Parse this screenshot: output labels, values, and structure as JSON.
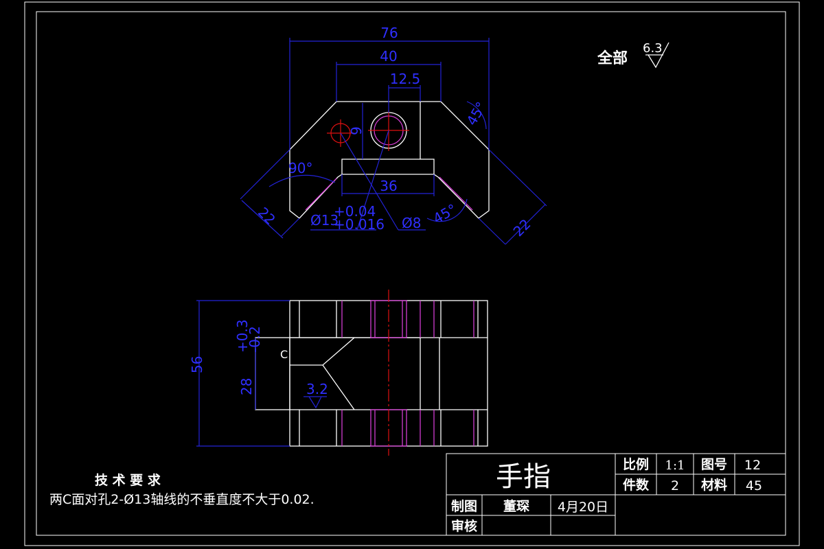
{
  "roughness": {
    "label": "全部",
    "value": "6.3"
  },
  "dims": {
    "d76": "76",
    "d40": "40",
    "d12_5": "12.5",
    "d45a": "45°",
    "d90": "90°",
    "d9": "9",
    "d36": "36",
    "d22_left": "22",
    "d22_right": "22",
    "hole_dia": "Ø13",
    "hole_tol_upper": "+0.04",
    "hole_tol_lower": "+0.016",
    "d8": "Ø8",
    "d45b": "45°",
    "d56": "56",
    "d28": "28",
    "d28_tol_upper": "+0.3",
    "d28_tol_lower": "-0.2",
    "face_c": "C",
    "rough_c": "3.2"
  },
  "tech": {
    "heading": "技 术 要 求",
    "note": "两C面对孔2-Ø13轴线的不垂直度不大于0.02."
  },
  "title_block": {
    "part_name": "手指",
    "scale_label": "比例",
    "scale_value": "1:1",
    "drawing_no_label": "图号",
    "drawing_no_value": "12",
    "qty_label": "件数",
    "qty_value": "2",
    "material_label": "材料",
    "material_value": "45",
    "drawn_label": "制图",
    "drawn_name": "董琛",
    "drawn_date": "4月20日",
    "check_label": "审核"
  }
}
